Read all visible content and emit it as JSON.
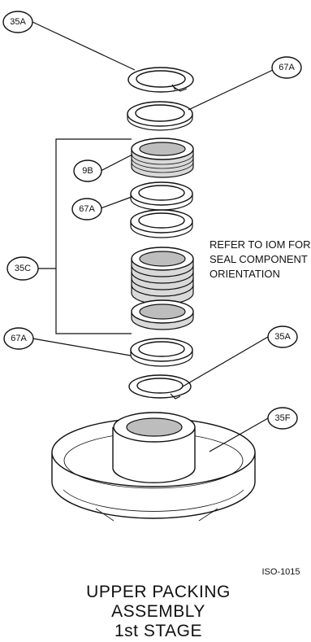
{
  "balloons": {
    "ring_35a_top": "35A",
    "washer_67a_top": "67A",
    "stack_9b": "9B",
    "washer_67a_middle": "67A",
    "stack_35c": "35C",
    "washer_67a_bottom": "67A",
    "ring_35a_bottom": "35A",
    "base_35f": "35F"
  },
  "note": {
    "line1": "REFER TO IOM FOR",
    "line2": "SEAL COMPONENT",
    "line3": "ORIENTATION"
  },
  "drawing_number": "ISO-1015",
  "title": {
    "line1": "UPPER PACKING",
    "line2": "ASSEMBLY",
    "line3": "1st STAGE"
  }
}
